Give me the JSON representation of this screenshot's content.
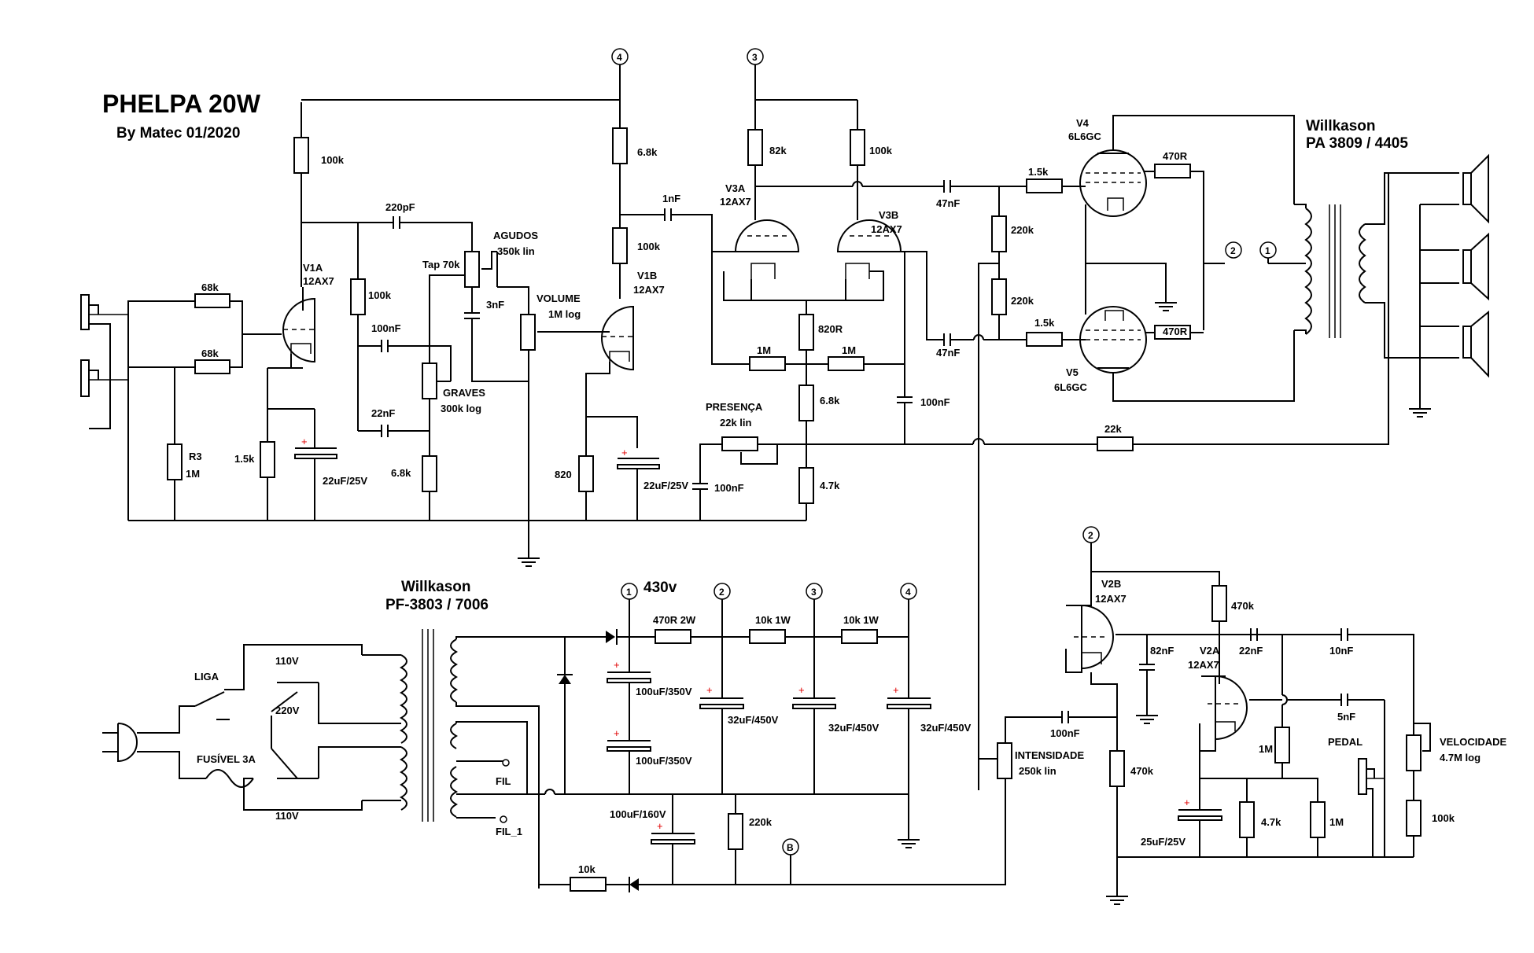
{
  "title": "PHELPA 20W",
  "subtitle": "By Matec 01/2020",
  "output_transformer": {
    "brand": "Willkason",
    "model": "PA 3809 / 4405"
  },
  "power_transformer": {
    "brand": "Willkason",
    "model": "PF-3803 / 7006"
  },
  "labels": {
    "r_100k_a": "100k",
    "c_220pf": "220pF",
    "agudos": "AGUDOS",
    "agudos_val": "350k lin",
    "tap": "Tap 70k",
    "r_68k_1": "68k",
    "r_68k_2": "68k",
    "v1a": "V1A",
    "v1a_t": "12AX7",
    "r_100k_b": "100k",
    "c_100nf_a": "100nF",
    "c_3nf": "3nF",
    "graves": "GRAVES",
    "graves_val": "300k log",
    "c_22nf": "22nF",
    "r3": "R3",
    "r3_val": "1M",
    "r_1_5k": "1.5k",
    "c_22uf_a": "22uF/25V",
    "r_6_8k_a": "6.8k",
    "volume": "VOLUME",
    "volume_val": "1M log",
    "node4": "4",
    "r_6_8k_b": "6.8k",
    "c_1nf": "1nF",
    "r_100k_c": "100k",
    "v1b": "V1B",
    "v1b_t": "12AX7",
    "r_820": "820",
    "c_22uf_b": "22uF/25V",
    "c_100nf_b": "100nF",
    "presenca": "PRESENÇA",
    "presenca_val": "22k lin",
    "node3": "3",
    "r_82k": "82k",
    "r_100k_d": "100k",
    "v3a": "V3A",
    "v3a_t": "12AX7",
    "v3b": "V3B",
    "v3b_t": "12AX7",
    "r_820r": "820R",
    "r_1m_a": "1M",
    "r_1m_b": "1M",
    "r_6_8k_c": "6.8k",
    "r_4_7k_a": "4.7k",
    "c_100nf_c": "100nF",
    "c_47nf_a": "47nF",
    "c_47nf_b": "47nF",
    "r_220k_a": "220k",
    "r_220k_b": "220k",
    "r_1_5k_a": "1.5k",
    "r_1_5k_b": "1.5k",
    "v4": "V4",
    "v4_t": "6L6GC",
    "v5": "V5",
    "v5_t": "6L6GC",
    "r_470r_a": "470R",
    "r_470r_b": "470R",
    "node2_a": "2",
    "node1_a": "1",
    "r_22k": "22k",
    "liga": "LIGA",
    "fusivel": "FUSÍVEL 3A",
    "v110_a": "110V",
    "v220": "220V",
    "v110_b": "110V",
    "fil": "FIL",
    "fil_1": "FIL_1",
    "node1_b": "1",
    "v430": "430v",
    "r_470r_2w": "470R 2W",
    "node2_b": "2",
    "r_10k_1w_a": "10k 1W",
    "node3_b": "3",
    "r_10k_1w_b": "10k 1W",
    "node4_b": "4",
    "c_100uf_a": "100uF/350V",
    "c_100uf_b": "100uF/350V",
    "c_32uf_a": "32uF/450V",
    "c_32uf_b": "32uF/450V",
    "c_32uf_c": "32uF/450V",
    "c_100uf_c": "100uF/160V",
    "r_220k_c": "220k",
    "node_b": "B",
    "r_10k": "10k",
    "node2_c": "2",
    "v2b": "V2B",
    "v2b_t": "12AX7",
    "r_470k_a": "470k",
    "c_82nf": "82nF",
    "c_22nf_b": "22nF",
    "c_10nf": "10nF",
    "v2a": "V2A",
    "v2a_t": "12AX7",
    "c_5nf": "5nF",
    "c_100nf_d": "100nF",
    "intensidade": "INTENSIDADE",
    "intensidade_val": "250k lin",
    "r_470k_b": "470k",
    "r_1m_c": "1M",
    "pedal": "PEDAL",
    "velocidade": "VELOCIDADE",
    "velocidade_val": "4.7M log",
    "c_25uf": "25uF/25V",
    "r_4_7k_b": "4.7k",
    "r_1m_d": "1M",
    "r_100k_e": "100k"
  }
}
